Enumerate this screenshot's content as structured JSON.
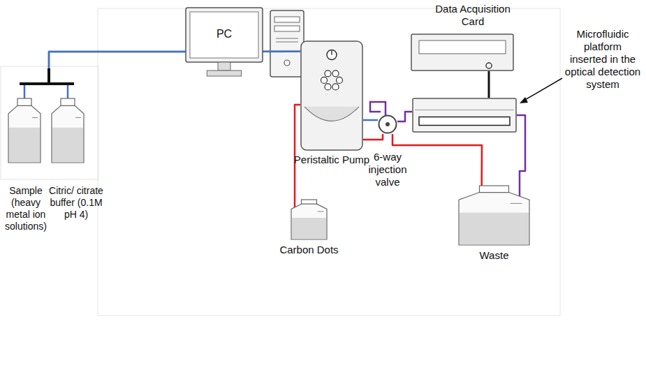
{
  "diagram": {
    "nodes": [
      {
        "text": [
          "PC"
        ]
      },
      {
        "text": [
          "Data Acquisition Card"
        ]
      },
      {
        "text": [
          "Microfluidic platform inserted in the optical detection system"
        ]
      },
      {
        "text": [
          "Peristaltic Pump"
        ]
      },
      {
        "text": [
          "6-way injection valve"
        ]
      },
      {
        "text": [
          "Sample (heavy metal ion solutions)"
        ]
      },
      {
        "text": [
          "Citric/ citrate buffer (0.1M pH 4)"
        ]
      },
      {
        "text": [
          "Carbon Dots"
        ]
      },
      {
        "text": [
          "Waste"
        ]
      }
    ],
    "edges": [
      {
        "from": 5,
        "to": 3,
        "arrow": "none"
      },
      {
        "from": 6,
        "to": 3,
        "arrow": "none"
      },
      {
        "from": 7,
        "to": 3,
        "arrow": "none"
      },
      {
        "from": 3,
        "to": 4,
        "arrow": "none"
      },
      {
        "from": 3,
        "to": 4,
        "arrow": "none"
      },
      {
        "from": 4,
        "to": 2,
        "arrow": "none"
      },
      {
        "from": 2,
        "to": 8,
        "arrow": "none"
      },
      {
        "from": 4,
        "to": 8,
        "arrow": "none"
      },
      {
        "from": 1,
        "to": 2,
        "arrow": "none"
      }
    ]
  }
}
